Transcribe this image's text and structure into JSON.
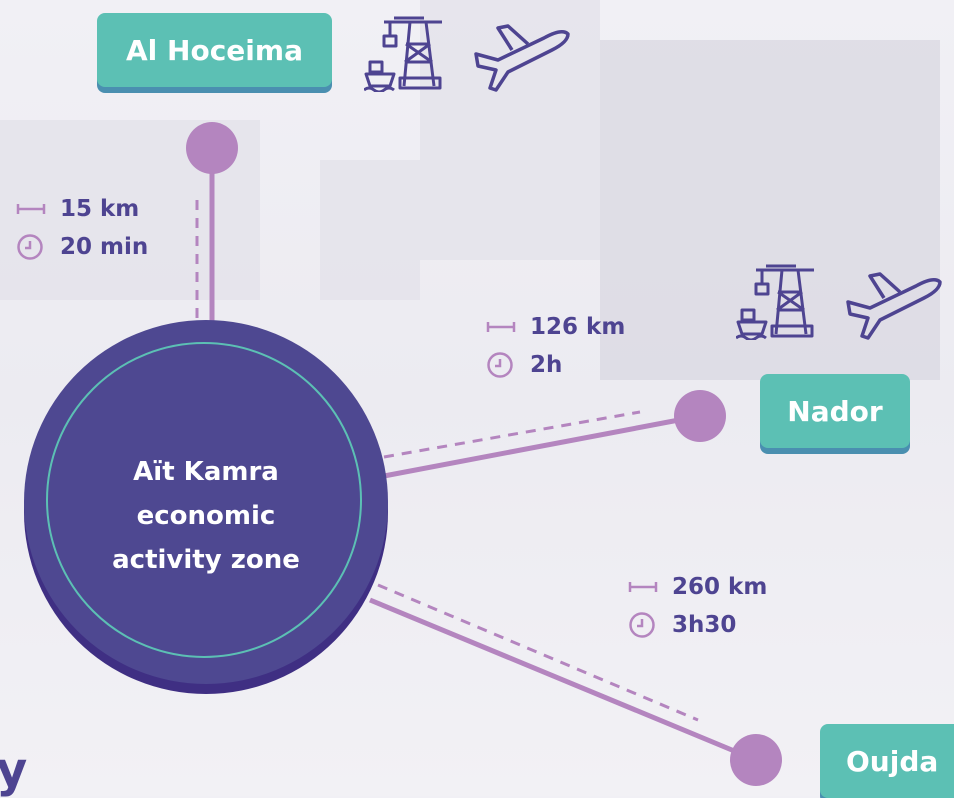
{
  "hub": {
    "title": "Aït Kamra\neconomic\nactivity zone"
  },
  "cities": [
    {
      "name": "Al Hoceima",
      "distance": "15 km",
      "duration": "20 min",
      "transport": [
        "port-crane-ship-icon",
        "airplane-icon"
      ]
    },
    {
      "name": "Nador",
      "distance": "126 km",
      "duration": "2h",
      "transport": [
        "port-crane-ship-icon",
        "airplane-icon"
      ]
    },
    {
      "name": "Oujda",
      "distance": "260 km",
      "duration": "3h30",
      "transport": []
    }
  ],
  "brand_fragment": "y",
  "colors": {
    "hub": "#4e4891",
    "hub_shadow": "#3f2f83",
    "hub_ring": "#5cc0b4",
    "badge": "#5cc0b4",
    "badge_shadow": "#4a8fb0",
    "connector": "#b485bf",
    "text_primary": "#4e4491",
    "icon_stroke": "#4e4491"
  }
}
